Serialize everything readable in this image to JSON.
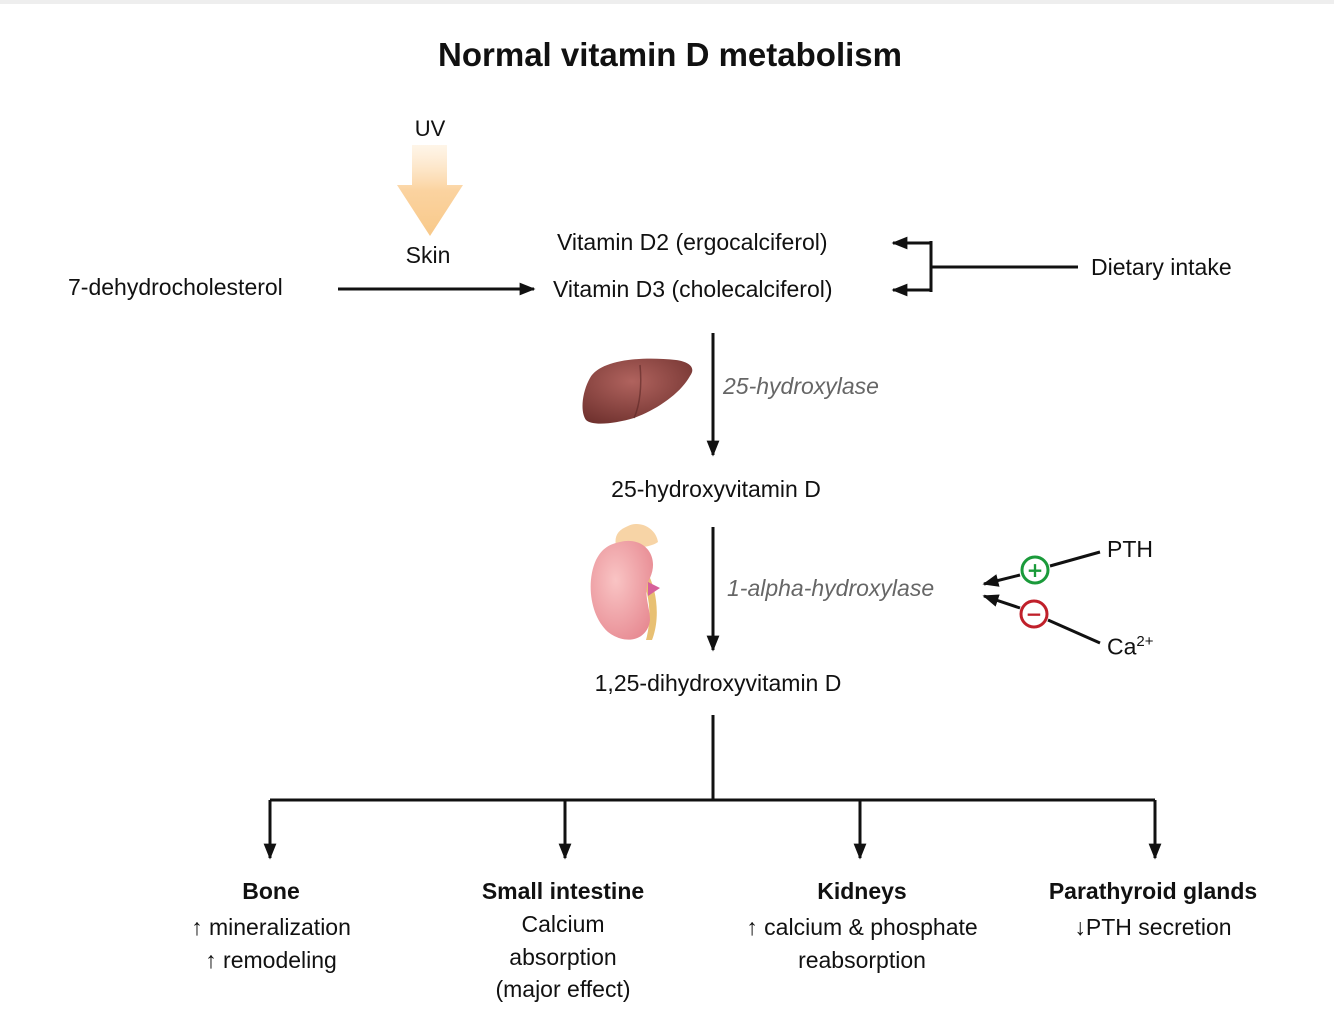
{
  "title": "Normal vitamin D metabolism",
  "uv": {
    "label": "UV",
    "site": "Skin",
    "color": "#f8c98a"
  },
  "precursor": "7-dehydrocholesterol",
  "vitamin_d2": "Vitamin D2 (ergocalciferol)",
  "vitamin_d3": "Vitamin D3 (cholecalciferol)",
  "dietary": "Dietary intake",
  "liver": {
    "enzyme": "25-hydroxylase",
    "icon": "liver-icon"
  },
  "hydroxy": "25-hydroxyvitamin D",
  "kidney": {
    "enzyme": "1-alpha-hydroxylase",
    "icon": "kidney-icon"
  },
  "regulators": {
    "pth": "PTH",
    "ca": "Ca",
    "ca_charge": "2+",
    "plus": "+",
    "minus": "−",
    "plus_color": "#1a9a3a",
    "minus_color": "#c0202a"
  },
  "dihydroxy": "1,25-dihydroxyvitamin D",
  "targets": [
    {
      "name": "Bone",
      "lines": [
        "↑ mineralization",
        "↑ remodeling"
      ]
    },
    {
      "name": "Small intestine",
      "lines": [
        "Calcium",
        "absorption",
        "(major effect)"
      ]
    },
    {
      "name": "Kidneys",
      "lines": [
        "↑ calcium & phosphate",
        "reabsorption"
      ]
    },
    {
      "name": "Parathyroid glands",
      "lines": [
        "↓PTH secretion"
      ]
    }
  ]
}
